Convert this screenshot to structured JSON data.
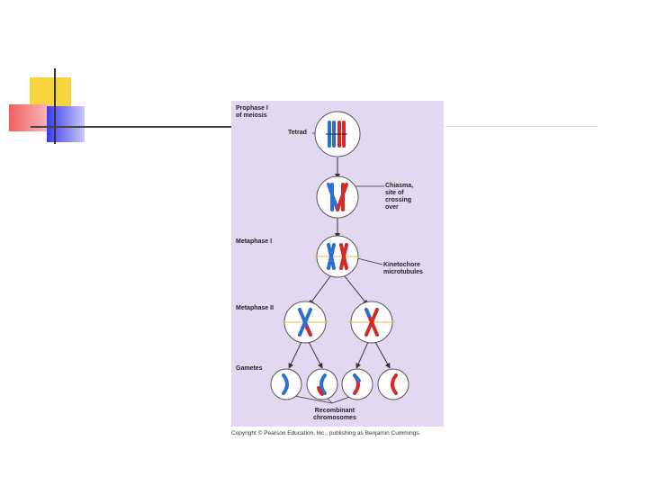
{
  "decor": {
    "accent_yellow": "#f7d43c",
    "accent_red": "#f06060",
    "accent_blue": "#3a3aee",
    "rule_color": "#444444",
    "panel_bg": "#e3d8f1",
    "chromosome_red": "#d42a2a",
    "chromosome_blue": "#2a6fd4"
  },
  "labels": {
    "prophase": "Prophase I\nof meiosis",
    "tetrad": "Tetrad",
    "chiasma": "Chiasma,\nsite of\ncrossing\nover",
    "metaphase1": "Metaphase I",
    "kinetochore": "Kinetochore\nmicrotubules",
    "metaphase2": "Metaphase II",
    "gametes": "Gametes",
    "recombinant": "Recombinant\nchromosomes"
  },
  "copyright": "Copyright © Pearson Education, Inc., publishing as Benjamin Cummings."
}
